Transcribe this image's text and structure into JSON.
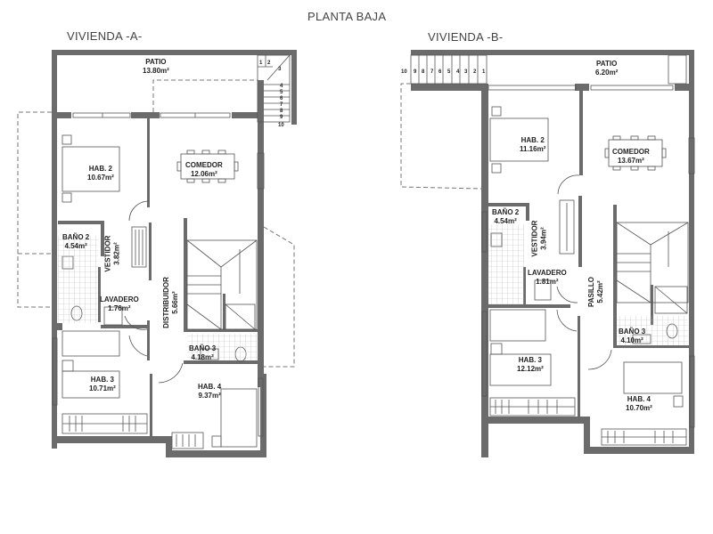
{
  "page_title": "PLANTA BAJA",
  "units": [
    {
      "title": "VIVIENDA -A-",
      "rooms": [
        {
          "name": "PATIO",
          "area": "13.80m²"
        },
        {
          "name": "HAB. 2",
          "area": "10.67m²"
        },
        {
          "name": "COMEDOR",
          "area": "12.06m²"
        },
        {
          "name": "BAÑO 2",
          "area": "4.54m²"
        },
        {
          "name": "VESTIDOR",
          "area": "3.82m²"
        },
        {
          "name": "LAVADERO",
          "area": "1.76m²"
        },
        {
          "name": "DISTRIBUIDOR",
          "area": "5.66m²"
        },
        {
          "name": "BAÑO 3",
          "area": "4.18m²"
        },
        {
          "name": "HAB. 3",
          "area": "10.71m²"
        },
        {
          "name": "HAB. 4",
          "area": "9.37m²"
        }
      ],
      "stair_steps": [
        "1",
        "2",
        "3",
        "4",
        "5",
        "6",
        "7",
        "8",
        "9",
        "10"
      ]
    },
    {
      "title": "VIVIENDA -B-",
      "rooms": [
        {
          "name": "PATIO",
          "area": "6.20m²"
        },
        {
          "name": "HAB. 2",
          "area": "11.16m²"
        },
        {
          "name": "COMEDOR",
          "area": "13.67m²"
        },
        {
          "name": "BAÑO 2",
          "area": "4.54m²"
        },
        {
          "name": "VESTIDOR",
          "area": "3.94m²"
        },
        {
          "name": "LAVADERO",
          "area": "1.81m²"
        },
        {
          "name": "PASILLO",
          "area": "5.42m²"
        },
        {
          "name": "BAÑO 3",
          "area": "4.10m²"
        },
        {
          "name": "HAB. 3",
          "area": "12.12m²"
        },
        {
          "name": "HAB. 4",
          "area": "10.70m²"
        }
      ],
      "stair_steps": [
        "10",
        "9",
        "8",
        "7",
        "6",
        "5",
        "4",
        "3",
        "2",
        "1"
      ]
    }
  ],
  "colors": {
    "wall": "#6b6b6b",
    "line": "#555555",
    "dash": "#777777"
  }
}
